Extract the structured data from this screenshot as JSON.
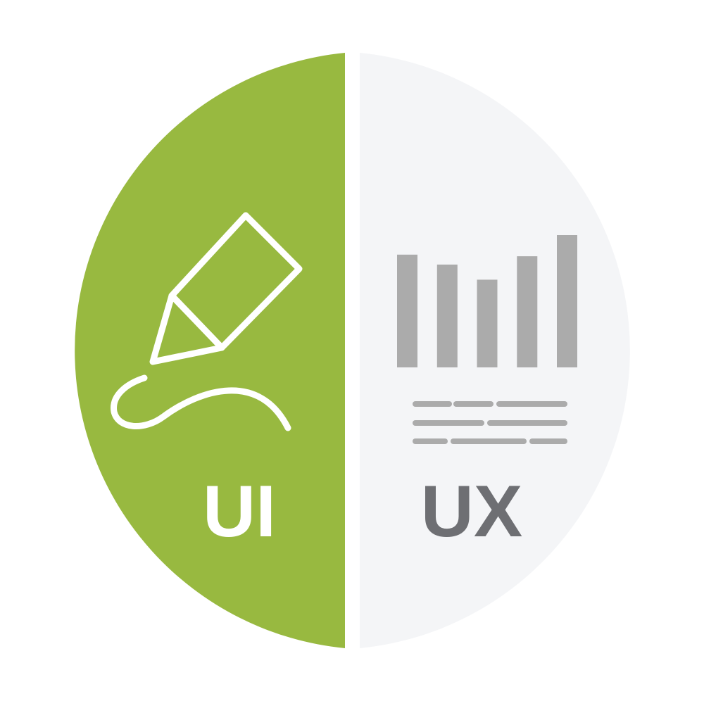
{
  "ui_half": {
    "label": "UI",
    "background_color": "#98b940",
    "foreground_color": "#ffffff",
    "icon": "pen-drawing-icon"
  },
  "ux_half": {
    "label": "UX",
    "background_color": "#f4f5f7",
    "foreground_color": "#6e6f73",
    "icon": "bar-chart-icon",
    "bar_color": "#ababab",
    "text_lines_icon": "text-lines-icon",
    "bar_levels": [
      0.852,
      0.777,
      0.663,
      0.84,
      1.0
    ]
  }
}
